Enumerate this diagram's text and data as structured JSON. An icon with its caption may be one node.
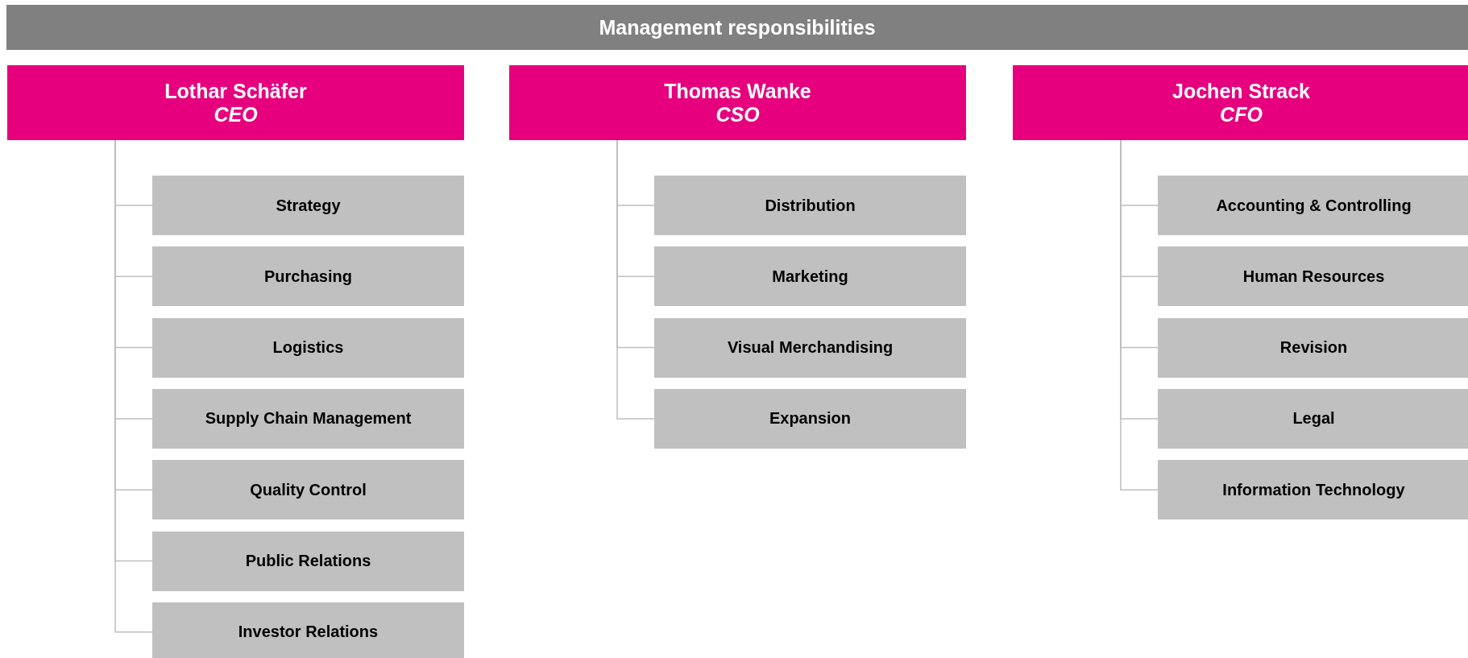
{
  "diagram": {
    "title": "Management responsibilities",
    "nodes": [
      {
        "text": [
          "Lothar Schäfer",
          "CEO"
        ]
      },
      {
        "text": [
          "Strategy"
        ]
      },
      {
        "text": [
          "Purchasing"
        ]
      },
      {
        "text": [
          "Logistics"
        ]
      },
      {
        "text": [
          "Supply Chain Management"
        ]
      },
      {
        "text": [
          "Quality Control"
        ]
      },
      {
        "text": [
          "Public Relations"
        ]
      },
      {
        "text": [
          "Investor Relations"
        ]
      },
      {
        "text": [
          "Thomas Wanke",
          "CSO"
        ]
      },
      {
        "text": [
          "Distribution"
        ]
      },
      {
        "text": [
          "Marketing"
        ]
      },
      {
        "text": [
          "Visual Merchandising"
        ]
      },
      {
        "text": [
          "Expansion"
        ]
      },
      {
        "text": [
          "Jochen Strack",
          "CFO"
        ]
      },
      {
        "text": [
          "Accounting & Controlling"
        ]
      },
      {
        "text": [
          "Human Resources"
        ]
      },
      {
        "text": [
          "Revision"
        ]
      },
      {
        "text": [
          "Legal"
        ]
      },
      {
        "text": [
          "Information Technology"
        ]
      }
    ],
    "edges": [
      {
        "from": 0,
        "to": 1,
        "arrow": "none"
      },
      {
        "from": 0,
        "to": 2,
        "arrow": "none"
      },
      {
        "from": 0,
        "to": 3,
        "arrow": "none"
      },
      {
        "from": 0,
        "to": 4,
        "arrow": "none"
      },
      {
        "from": 0,
        "to": 5,
        "arrow": "none"
      },
      {
        "from": 0,
        "to": 6,
        "arrow": "none"
      },
      {
        "from": 0,
        "to": 7,
        "arrow": "none"
      },
      {
        "from": 8,
        "to": 9,
        "arrow": "none"
      },
      {
        "from": 8,
        "to": 10,
        "arrow": "none"
      },
      {
        "from": 8,
        "to": 11,
        "arrow": "none"
      },
      {
        "from": 8,
        "to": 12,
        "arrow": "none"
      },
      {
        "from": 13,
        "to": 14,
        "arrow": "none"
      },
      {
        "from": 13,
        "to": 15,
        "arrow": "none"
      },
      {
        "from": 13,
        "to": 16,
        "arrow": "none"
      },
      {
        "from": 13,
        "to": 17,
        "arrow": "none"
      },
      {
        "from": 13,
        "to": 18,
        "arrow": "none"
      }
    ]
  }
}
